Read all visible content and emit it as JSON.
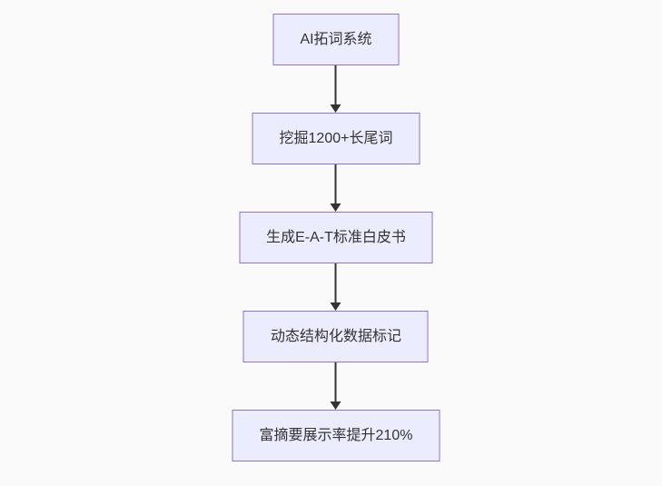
{
  "flowchart": {
    "type": "flowchart",
    "direction": "top-down",
    "nodes": [
      {
        "label": "AI拓词系统"
      },
      {
        "label": "挖掘1200+长尾词"
      },
      {
        "label": "生成E-A-T标准白皮书"
      },
      {
        "label": "动态结构化数据标记"
      },
      {
        "label": "富摘要展示率提升210%"
      }
    ],
    "edges": [
      {
        "from": 0,
        "to": 1
      },
      {
        "from": 1,
        "to": 2
      },
      {
        "from": 2,
        "to": 3
      },
      {
        "from": 3,
        "to": 4
      }
    ],
    "colors": {
      "background": "#fafafa",
      "node_fill": "#ececff",
      "node_border": "#9370db",
      "node_text": "#333333",
      "arrow": "#333333"
    }
  }
}
